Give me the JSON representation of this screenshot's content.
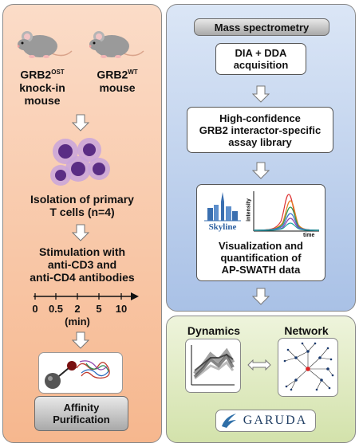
{
  "left_panel": {
    "mouse_left": {
      "name": "GRB2",
      "sup": "OST",
      "line2": "knock-in",
      "line3": "mouse"
    },
    "mouse_right": {
      "name": "GRB2",
      "sup": "WT",
      "line2": "mouse"
    },
    "isolation": [
      "Isolation of primary",
      "T cells (n=4)"
    ],
    "stimulation": [
      "Stimulation with",
      "anti-CD3 and",
      "anti-CD4 antibodies"
    ],
    "timeline": {
      "ticks": [
        "0",
        "0.5",
        "2",
        "5",
        "10"
      ],
      "unit": "(min)"
    },
    "affinity": [
      "Affinity",
      "Purification"
    ]
  },
  "right_panel": {
    "header": "Mass spectrometry",
    "box1": [
      "DIA + DDA",
      "acquisition"
    ],
    "box2": [
      "High-confidence",
      "GRB2 interactor-specific",
      "assay library"
    ],
    "box3": [
      "Visualization and",
      "quantification of",
      "AP-SWATH data"
    ],
    "skyline_label": "Skyline",
    "plot_ylabel": "intensity",
    "plot_xlabel": "time"
  },
  "bottom_panel": {
    "dynamics": "Dynamics",
    "network": "Network",
    "garuda": "GARUDA"
  },
  "colors": {
    "left_bg_top": "#fbdcc8",
    "left_bg_bottom": "#f6b78e",
    "right_bg_top": "#dbe6f6",
    "right_bg_bottom": "#a9c1e6",
    "bottom_bg_top": "#eef4dc",
    "bottom_bg_bottom": "#d3e2ab"
  }
}
